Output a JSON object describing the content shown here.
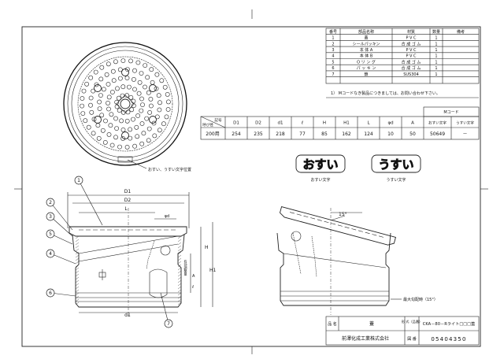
{
  "parts_table": {
    "headers": [
      "番号",
      "部品名称",
      "材質",
      "数量",
      "備考"
    ],
    "rows": [
      {
        "no": "1",
        "name": "蓋",
        "material": "P V C",
        "qty": "1",
        "note": ""
      },
      {
        "no": "2",
        "name": "シールパッキン",
        "material": "合 成 ゴ ム",
        "qty": "1",
        "note": ""
      },
      {
        "no": "3",
        "name": "本 体 A",
        "material": "P V C",
        "qty": "1",
        "note": ""
      },
      {
        "no": "4",
        "name": "本 体 B",
        "material": "P V C",
        "qty": "1",
        "note": ""
      },
      {
        "no": "5",
        "name": "O リ ン グ",
        "material": "合 成 ゴ ム",
        "qty": "1",
        "note": ""
      },
      {
        "no": "6",
        "name": "パ ッ キ ン",
        "material": "合 成 ゴ ム",
        "qty": "1",
        "note": ""
      },
      {
        "no": "7",
        "name": "鎖",
        "material": "SUS304",
        "qty": "1",
        "note": ""
      }
    ],
    "footnote": "1） Mコードなき製品につきましては、お問い合わせ下さい。"
  },
  "dim_table": {
    "mcode_label": "Mコード",
    "corner_top": "記号",
    "corner_bottom": "呼び径",
    "headers": [
      "D1",
      "D2",
      "d1",
      "ℓ",
      "H",
      "H1",
      "L",
      "φd",
      "A"
    ],
    "mcode_headers": [
      "おすい文字",
      "うすい文字"
    ],
    "row": {
      "size": "200用",
      "values": [
        "254",
        "235",
        "218",
        "77",
        "85",
        "162",
        "124",
        "10",
        "50"
      ],
      "mcode": [
        "50649",
        "－"
      ]
    }
  },
  "labels": {
    "plan_note": "おすい、うすい文字位置",
    "osui_mark": "おすい",
    "usui_mark": "うすい",
    "osui_caption": "おすい文字",
    "usui_caption": "うすい文字",
    "angle": "15°",
    "max_angle": "最大勾配時（15°）",
    "dim_D1": "D1",
    "dim_D2": "D2",
    "dim_L": "L",
    "dim_phid": "φd",
    "dim_d1": "d1",
    "dim_H": "H",
    "dim_H1": "H1",
    "dim_A": "A",
    "dim_l": "ℓ",
    "dim_note": "有効調整量",
    "balloons": [
      "1",
      "2",
      "3",
      "5",
      "4",
      "6",
      "7"
    ]
  },
  "title_block": {
    "name_label": "品 名",
    "name_value": "蓋",
    "model_label": "形 式（品番）",
    "model_value": "CKA－80－Rライト□□□蓋",
    "company": "前澤化成工業株式会社",
    "drawing_no_label": "図 番",
    "drawing_no": "05404350"
  }
}
